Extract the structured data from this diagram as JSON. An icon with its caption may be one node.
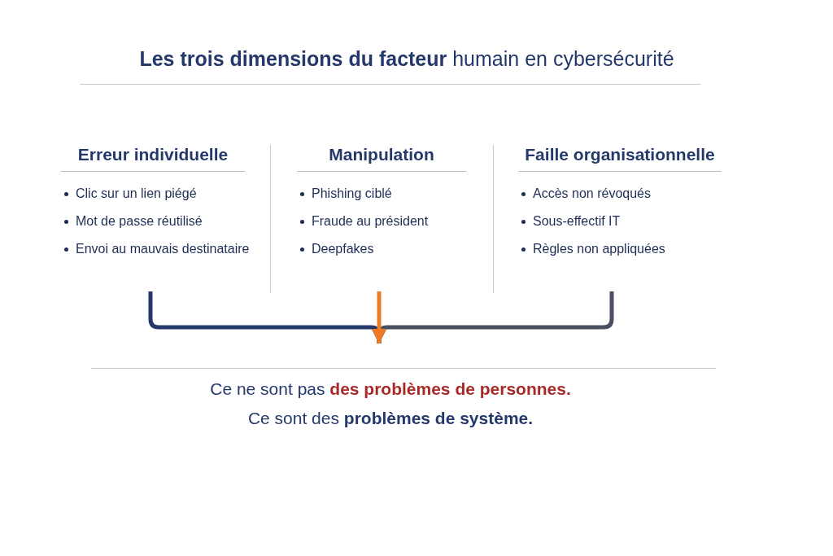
{
  "diagram": {
    "title": "**Les trois dimensions du facteur** humain en cybersécurité",
    "nodes": [
      {
        "text": [
          "Erreur individuelle",
          "Clic sur un lien piégé",
          "Mot de passe réutilisé",
          "Envoi au mauvais destinataire"
        ]
      },
      {
        "text": [
          "Manipulation",
          "Phishing ciblé",
          "Fraude au président",
          "Deepfakes"
        ]
      },
      {
        "text": [
          "Faille organisationnelle",
          "Accès non révoqués",
          "Sous-effectif IT",
          "Règles non appliquées"
        ]
      },
      {
        "text": [
          "Ce ne sont pas **des problèmes de personnes.**",
          "Ce sont des **problèmes de système.**"
        ]
      }
    ],
    "edges": [
      {
        "from": 0,
        "to": 3,
        "arrow": "to",
        "color": "#24386a"
      },
      {
        "from": 2,
        "to": 3,
        "arrow": "to",
        "color": "#4a5060"
      },
      {
        "from": 1,
        "to": 3,
        "arrow": "to",
        "color": "#ee7a24"
      }
    ]
  }
}
